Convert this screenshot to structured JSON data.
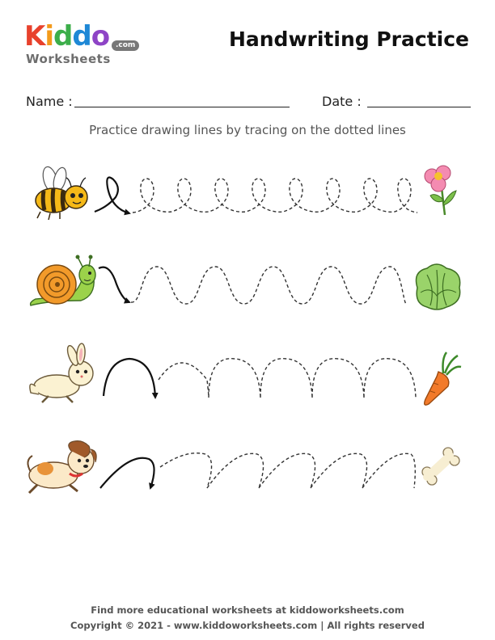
{
  "logo": {
    "letters": [
      "K",
      "i",
      "d",
      "d",
      "o"
    ],
    "letter_colors": [
      "#e8412c",
      "#f39a1b",
      "#3cae4a",
      "#1e88d6",
      "#8e44c6"
    ],
    "subtitle": "Worksheets",
    "badge": ".com"
  },
  "title": "Handwriting Practice",
  "fields": {
    "name_label": "Name :",
    "date_label": "Date :"
  },
  "instructions": "Practice drawing lines by tracing on the dotted lines",
  "rows": [
    {
      "start": "bee-icon",
      "end": "flower-icon",
      "pattern": "loops"
    },
    {
      "start": "snail-icon",
      "end": "lettuce-icon",
      "pattern": "waves"
    },
    {
      "start": "rabbit-icon",
      "end": "carrot-icon",
      "pattern": "arches"
    },
    {
      "start": "dog-icon",
      "end": "bone-icon",
      "pattern": "humps"
    }
  ],
  "footer": {
    "line1": "Find more educational worksheets at kiddoworksheets.com",
    "line2": "Copyright © 2021 - www.kiddoworksheets.com  |  All rights reserved"
  }
}
